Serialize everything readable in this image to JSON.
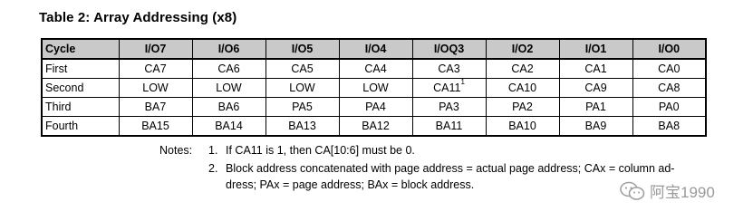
{
  "title": "Table 2: Array Addressing (x8)",
  "table": {
    "headers": [
      "Cycle",
      "I/O7",
      "I/O6",
      "I/O5",
      "I/O4",
      "I/OQ3",
      "I/O2",
      "I/O1",
      "I/O0"
    ],
    "rows": [
      [
        "First",
        "CA7",
        "CA6",
        "CA5",
        "CA4",
        "CA3",
        "CA2",
        "CA1",
        "CA0"
      ],
      [
        "Second",
        "LOW",
        "LOW",
        "LOW",
        "LOW",
        "CA11",
        "CA10",
        "CA9",
        "CA8"
      ],
      [
        "Third",
        "BA7",
        "BA6",
        "PA5",
        "PA4",
        "PA3",
        "PA2",
        "PA1",
        "PA0"
      ],
      [
        "Fourth",
        "BA15",
        "BA14",
        "BA13",
        "BA12",
        "BA11",
        "BA10",
        "BA9",
        "BA8"
      ]
    ],
    "footnote_ref": "1"
  },
  "notes": {
    "label": "Notes:",
    "items": [
      {
        "num": "1.",
        "text": "If CA11 is 1, then CA[10:6] must be 0."
      },
      {
        "num": "2.",
        "text": "Block address concatenated with page address = actual page address; CAx = column ad-",
        "text2": "dress; PAx = page address; BAx = block address."
      }
    ]
  },
  "watermark": {
    "text": "阿宝1990",
    "icon": "wechat-icon"
  }
}
